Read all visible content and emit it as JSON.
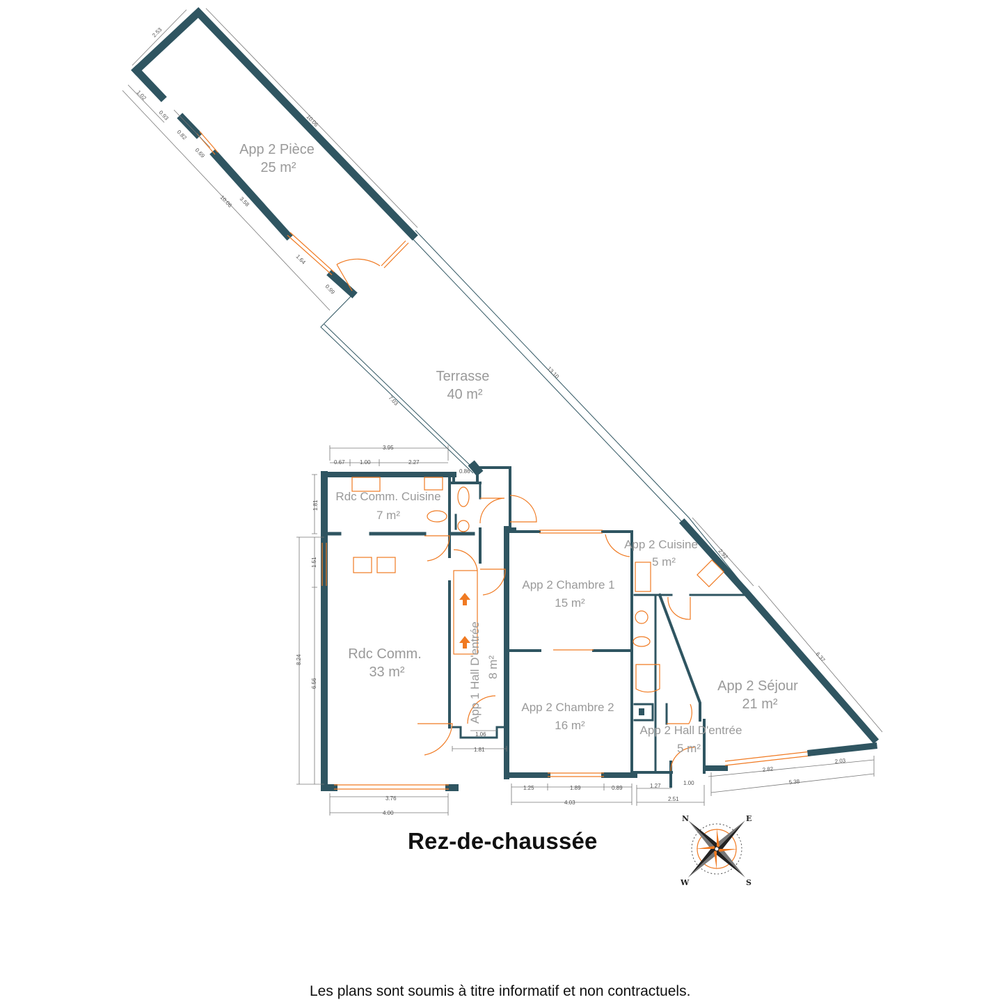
{
  "title": "Rez-de-chaussée",
  "disclaimer": "Les plans sont soumis à titre informatif et non contractuels.",
  "colors": {
    "wall": "#2f5561",
    "fixture": "#f07a22",
    "label": "#9a9a9a",
    "dimension": "#777777"
  },
  "rooms": [
    {
      "name": "App 2 Pièce",
      "area": "25 m²"
    },
    {
      "name": "Terrasse",
      "area": "40 m²"
    },
    {
      "name": "Rdc Comm. Cuisine",
      "area": "7 m²"
    },
    {
      "name": "Rdc Comm.",
      "area": "33 m²"
    },
    {
      "name": "App 1 Hall D'entrée",
      "area": "8 m²"
    },
    {
      "name": "App 2 Chambre 1",
      "area": "15 m²"
    },
    {
      "name": "App 2 Chambre 2",
      "area": "16 m²"
    },
    {
      "name": "App 2 Cuisine",
      "area": "5 m²"
    },
    {
      "name": "App 2 Séjour",
      "area": "21 m²"
    },
    {
      "name": "App 2 Hall D'entrée",
      "area": "5 m²"
    }
  ],
  "dimensions": [
    "2.53",
    "10.06",
    "1.02",
    "0.93",
    "0.82",
    "0.69",
    "3.58",
    "10.06",
    "1.64",
    "0.99",
    "13.10",
    "7.03",
    "3.95",
    "0.67",
    "1.00",
    "2.27",
    "0.86",
    "1.81",
    "1.51",
    "8.24",
    "6.56",
    "1.06",
    "1.81",
    "3.76",
    "4.00",
    "1.25",
    "1.89",
    "0.89",
    "4.03",
    "2.92",
    "6.37",
    "1.27",
    "1.00",
    "2.51",
    "2.82",
    "2.03",
    "5.38"
  ],
  "compass": {
    "n": "N",
    "e": "E",
    "s": "S",
    "w": "W",
    "icon": "compass-rose-icon"
  }
}
